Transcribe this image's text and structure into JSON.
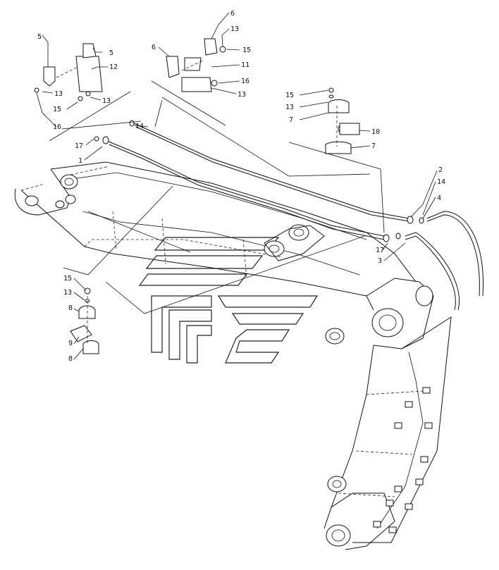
{
  "diagram": {
    "callouts": {
      "c5a": "5",
      "c5b": "5",
      "c12": "12",
      "c13a": "13",
      "c13b": "13",
      "c15a": "15",
      "c16a": "16",
      "c6a": "6",
      "c13c": "13",
      "c15b": "15",
      "c6b": "6",
      "c11": "11",
      "c16b": "16",
      "c13d": "13",
      "c15c": "15",
      "c13e": "13",
      "c7a": "7",
      "c10": "10",
      "c7b": "7",
      "c17a": "17",
      "c1": "1",
      "c14a": "14",
      "c2": "2",
      "c14b": "14",
      "c4": "4",
      "c17b": "17",
      "c3": "3",
      "c15d": "15",
      "c13f": "13",
      "c8a": "8",
      "c9": "9",
      "c8b": "8"
    }
  }
}
